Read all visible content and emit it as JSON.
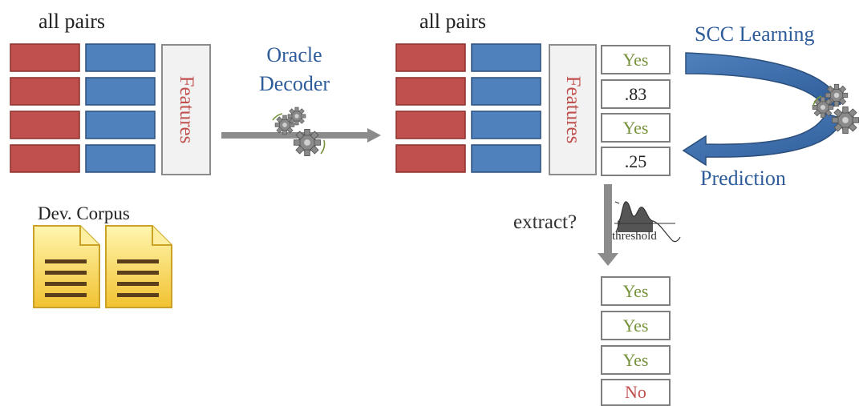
{
  "left_panel": {
    "title": "all pairs",
    "features_label": "Features",
    "corpus_label": "Dev. Corpus"
  },
  "oracle": {
    "line1": "Oracle",
    "line2": "Decoder"
  },
  "right_panel": {
    "title": "all pairs",
    "features_label": "Features",
    "scores": [
      "Yes",
      ".83",
      "Yes",
      ".25"
    ]
  },
  "scc": {
    "learning_label": "SCC Learning",
    "prediction_label": "Prediction"
  },
  "extract": {
    "label": "extract?",
    "threshold_label": "threshold"
  },
  "results": [
    "Yes",
    "Yes",
    "Yes",
    "No"
  ],
  "colors": {
    "red_block": "#C0504D",
    "blue_block": "#4F81BD",
    "yes_green": "#77933C",
    "no_red": "#C0504D",
    "accent_blue": "#2E5C9A",
    "arrow_gray": "#8c8c8c",
    "gear_gray": "#7f7f7f"
  }
}
